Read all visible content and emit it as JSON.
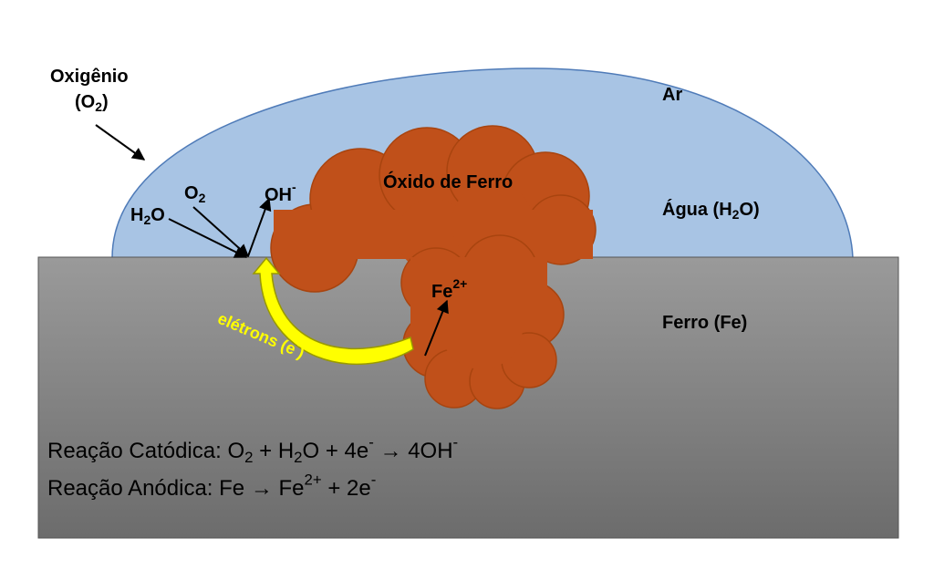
{
  "labels": {
    "oxygen_line1": "Oxigênio",
    "oxygen_line2_pre": "(O",
    "oxygen_line2_sub": "2",
    "oxygen_line2_post": ")",
    "air": "Ar",
    "water_pre": "Água (H",
    "water_sub": "2",
    "water_post": "O)",
    "h2o_pre": "H",
    "h2o_sub": "2",
    "h2o_post": "O",
    "o2_pre": "O",
    "o2_sub": "2",
    "oh_pre": "OH",
    "oh_sup": "-",
    "iron_oxide": "Óxido de Ferro",
    "fe_pre": "Fe",
    "fe_sup": "2+",
    "electrons_pre": "elétrons (e",
    "electrons_sup": "-",
    "electrons_post": ")",
    "iron": "Ferro (Fe)"
  },
  "equations": {
    "cathodic_label": "Reação Catódica:",
    "cathodic_o": "O",
    "cathodic_o_sub": "2",
    "cathodic_plus1": "+",
    "cathodic_h": "H",
    "cathodic_h_sub": "2",
    "cathodic_h_post": "O",
    "cathodic_plus2": "+",
    "cathodic_e": "4e",
    "cathodic_e_sup": "-",
    "cathodic_arrow": "→",
    "cathodic_oh": "4OH",
    "cathodic_oh_sup": "-",
    "anodic_label": "Reação Anódica:",
    "anodic_fe": "Fe",
    "anodic_arrow": "→",
    "anodic_fe2": "Fe",
    "anodic_fe2_sup": "2+",
    "anodic_plus": "+",
    "anodic_e": "2e",
    "anodic_e_sup": "-"
  },
  "colors": {
    "water": "#a8c4e4",
    "water_stroke": "#4f7bb8",
    "iron_top": "#9a9a9a",
    "iron_bottom": "#6c6c6c",
    "rust": "#c0501a",
    "electron_arrow": "#ffff00"
  }
}
